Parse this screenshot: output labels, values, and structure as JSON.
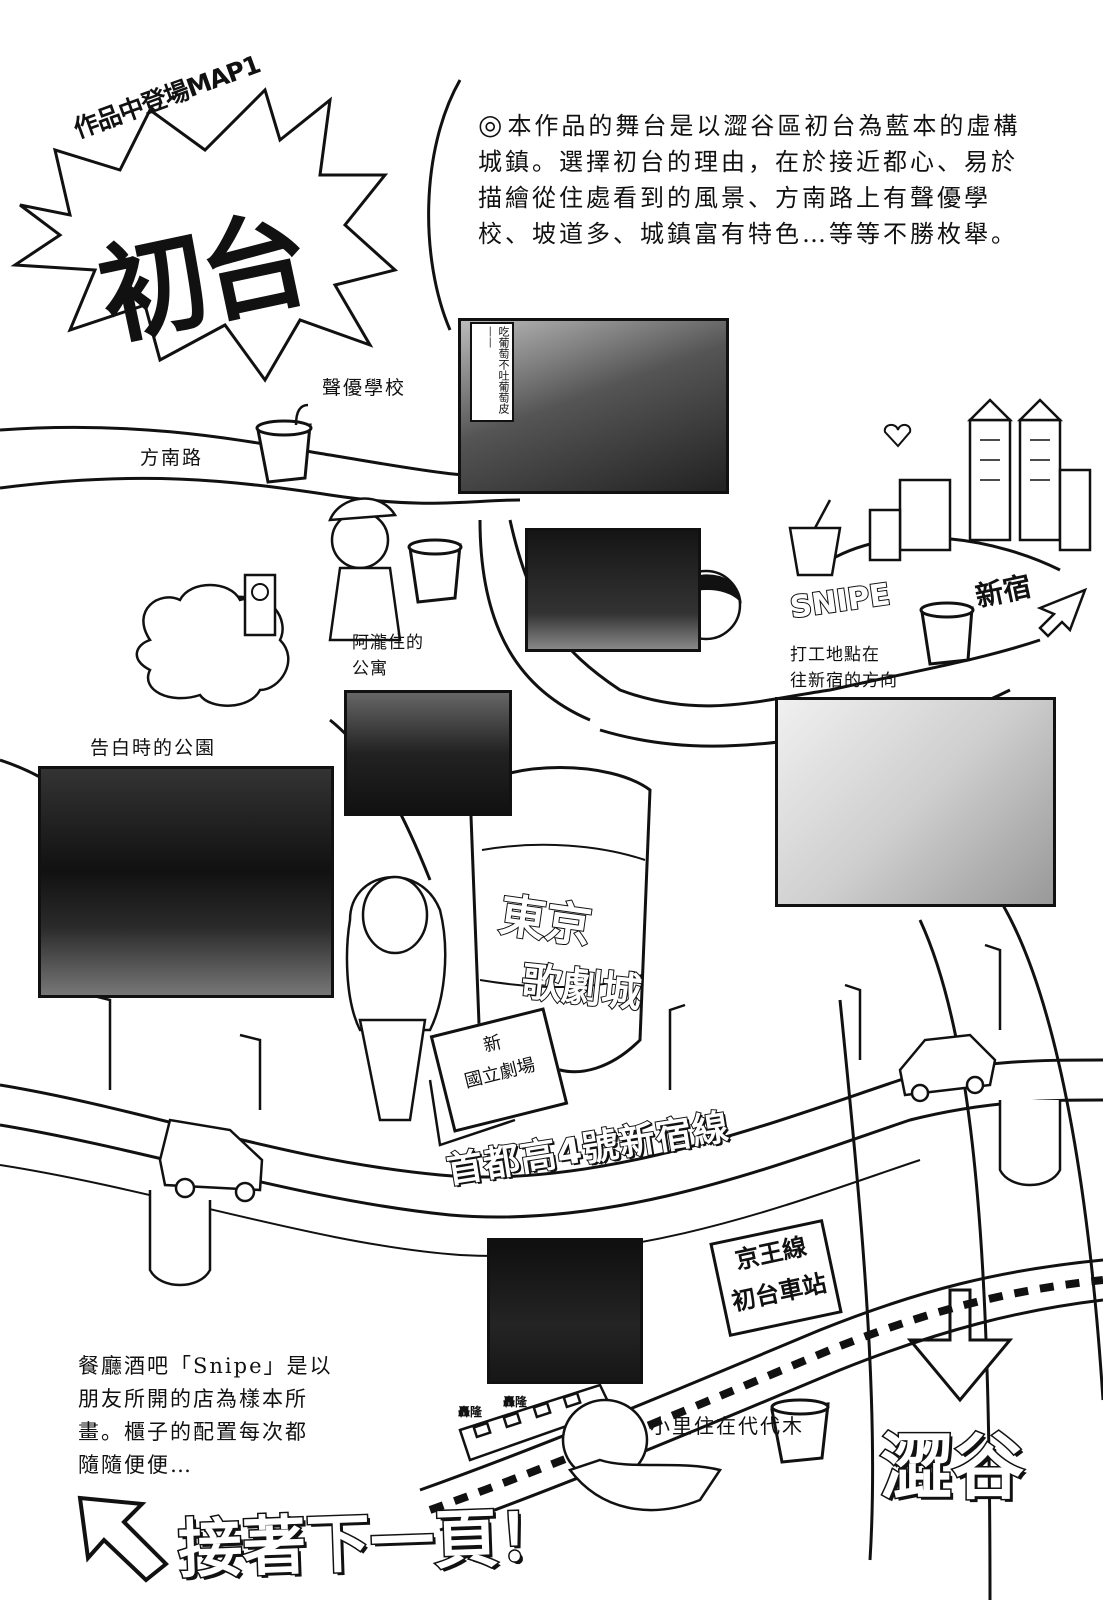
{
  "title": {
    "subtitle": "作品中登場MAP1",
    "main": "初台"
  },
  "intro": {
    "bullet": "◎",
    "text": "本作品的舞台是以澀谷區初台為藍本的虛構城鎮。選擇初台的理由，在於接近都心、易於描繪從住處看到的風景、方南路上有聲優學校、坡道多、城鎮富有特色…等等不勝枚舉。"
  },
  "places": {
    "voice_school": "聲優學校",
    "fangnan_road": "方南路",
    "apartment_line1": "阿瀧住的",
    "apartment_line2": "公寓",
    "park": "告白時的公園",
    "work_line1": "打工地點在",
    "work_line2": "往新宿的方向",
    "snipe_logo": "SNIPE",
    "shinjuku": "新宿",
    "tower_line1": "東京",
    "tower_line2": "歌劇城",
    "theatre_line1": "新",
    "theatre_line2": "國立劇場",
    "highway": "首都高4號新宿線",
    "station_line1": "京王線",
    "station_line2": "初台車站",
    "train_sound_1": "轟隆",
    "train_sound_2": "轟隆",
    "xiaoli": "小里住在代代木",
    "shibuya": "澀谷"
  },
  "bubble": {
    "text": "吃葡萄不吐葡萄皮——"
  },
  "snipe_note": {
    "line1": "餐廳酒吧「Snipe」是以",
    "line2": "朋友所開的店為樣本所",
    "line3": "畫。櫃子的配置每次都",
    "line4": "隨隨便便…"
  },
  "footer": {
    "next_page": "接著下一頁！"
  }
}
